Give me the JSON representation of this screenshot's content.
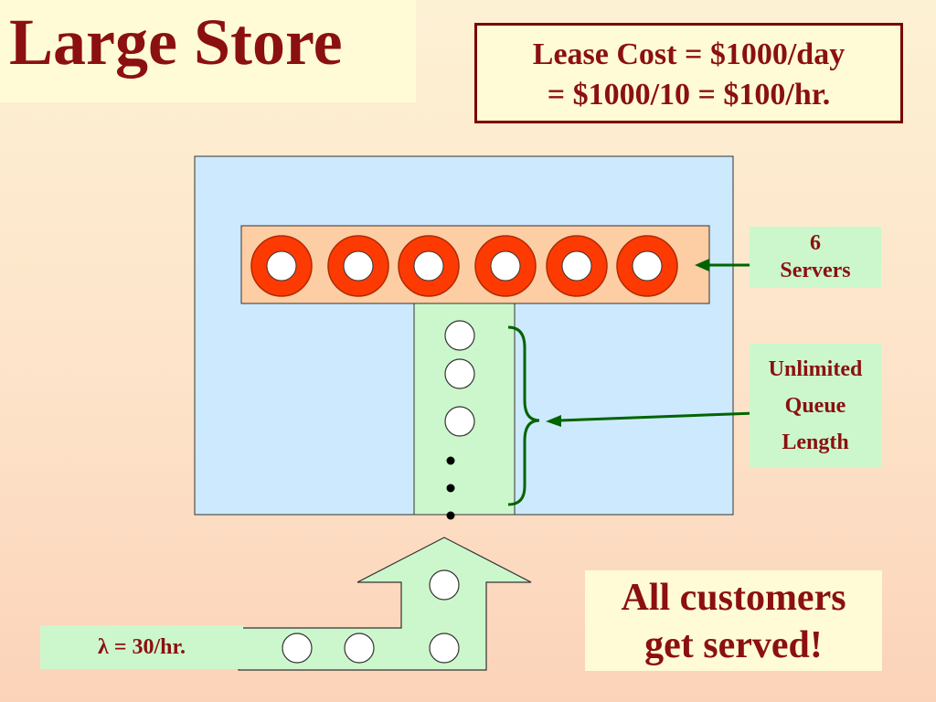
{
  "title": "Large Store",
  "lease": {
    "line1": "Lease Cost = $1000/day",
    "line2": "= $1000/10 = $100/hr."
  },
  "servers_label": {
    "count": "6",
    "word": "Servers"
  },
  "queue_label": {
    "line1": "Unlimited",
    "line2": "Queue",
    "line3": "Length"
  },
  "served": {
    "line1": "All customers",
    "line2": "get served!"
  },
  "arrival_rate": "λ = 30/hr.",
  "colors": {
    "title_text": "#8b1010",
    "store_floor": "#cde9fd",
    "server_bar": "#fdcda4",
    "server_ring": "#fe3a03",
    "queue_lane": "#ccf7cc",
    "pointer_arrow": "#006400"
  }
}
